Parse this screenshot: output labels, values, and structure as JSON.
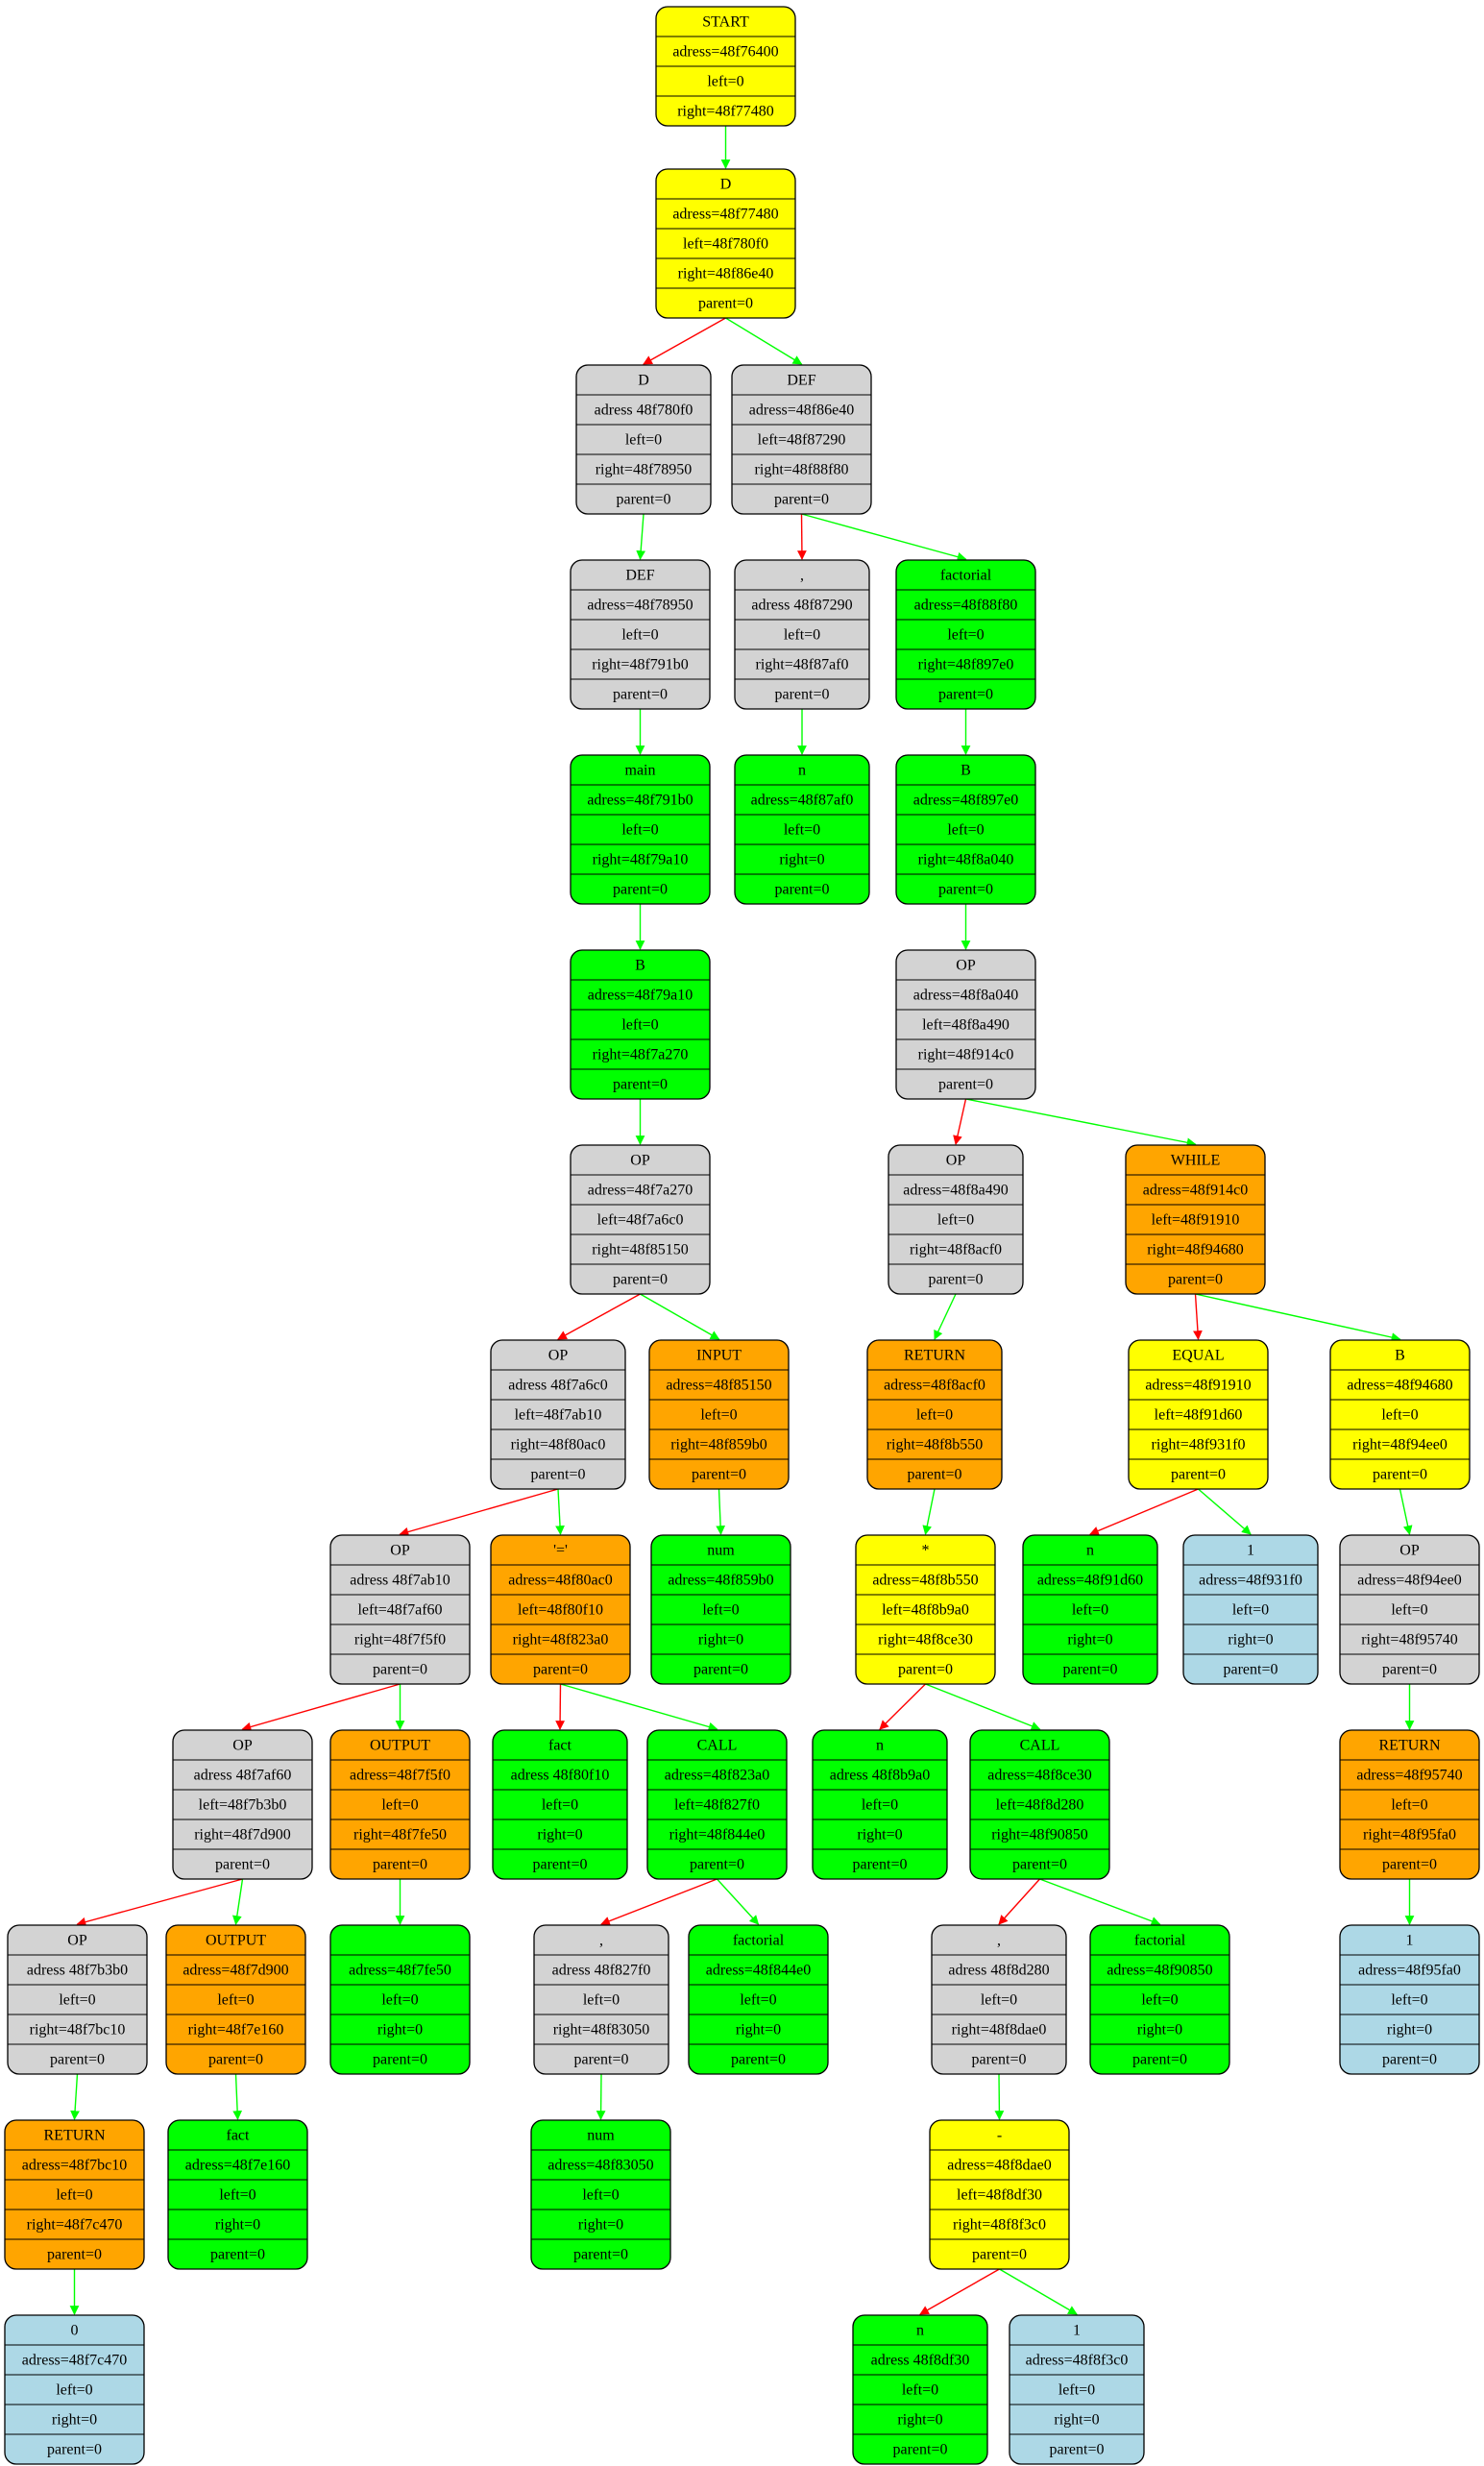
{
  "colors": {
    "yellow": "#ffff00",
    "gray": "#d3d3d3",
    "green": "#00ff00",
    "orange": "#ffa500",
    "blue": "#add8e6",
    "edge_left": "#ff0000",
    "edge_right": "#00ff00"
  },
  "nodes": [
    {
      "id": "n1",
      "color": "yellow",
      "lines": [
        "START",
        "adress=48f76400",
        "left=0",
        "right=48f77480"
      ]
    },
    {
      "id": "n2",
      "color": "yellow",
      "lines": [
        "D",
        "adress=48f77480",
        "left=48f780f0",
        "right=48f86e40",
        "parent=0"
      ]
    },
    {
      "id": "n3",
      "color": "gray",
      "lines": [
        "D",
        "adress 48f780f0",
        "left=0",
        "right=48f78950",
        "parent=0"
      ]
    },
    {
      "id": "n4",
      "color": "gray",
      "lines": [
        "DEF",
        "adress=48f86e40",
        "left=48f87290",
        "right=48f88f80",
        "parent=0"
      ]
    },
    {
      "id": "n5",
      "color": "gray",
      "lines": [
        "DEF",
        "adress=48f78950",
        "left=0",
        "right=48f791b0",
        "parent=0"
      ]
    },
    {
      "id": "n6",
      "color": "gray",
      "lines": [
        ",",
        "adress 48f87290",
        "left=0",
        "right=48f87af0",
        "parent=0"
      ]
    },
    {
      "id": "n7",
      "color": "green",
      "lines": [
        "factorial",
        "adress=48f88f80",
        "left=0",
        "right=48f897e0",
        "parent=0"
      ]
    },
    {
      "id": "n8",
      "color": "green",
      "lines": [
        "main",
        "adress=48f791b0",
        "left=0",
        "right=48f79a10",
        "parent=0"
      ]
    },
    {
      "id": "n9",
      "color": "green",
      "lines": [
        "n",
        "adress=48f87af0",
        "left=0",
        "right=0",
        "parent=0"
      ]
    },
    {
      "id": "n10",
      "color": "green",
      "lines": [
        "B",
        "adress=48f897e0",
        "left=0",
        "right=48f8a040",
        "parent=0"
      ]
    },
    {
      "id": "n11",
      "color": "green",
      "lines": [
        "B",
        "adress=48f79a10",
        "left=0",
        "right=48f7a270",
        "parent=0"
      ]
    },
    {
      "id": "n12",
      "color": "gray",
      "lines": [
        "OP",
        "adress=48f8a040",
        "left=48f8a490",
        "right=48f914c0",
        "parent=0"
      ]
    },
    {
      "id": "n13",
      "color": "gray",
      "lines": [
        "OP",
        "adress=48f7a270",
        "left=48f7a6c0",
        "right=48f85150",
        "parent=0"
      ]
    },
    {
      "id": "n14",
      "color": "gray",
      "lines": [
        "OP",
        "adress=48f8a490",
        "left=0",
        "right=48f8acf0",
        "parent=0"
      ]
    },
    {
      "id": "n15",
      "color": "orange",
      "lines": [
        "WHILE",
        "adress=48f914c0",
        "left=48f91910",
        "right=48f94680",
        "parent=0"
      ]
    },
    {
      "id": "n16",
      "color": "gray",
      "lines": [
        "OP",
        "adress 48f7a6c0",
        "left=48f7ab10",
        "right=48f80ac0",
        "parent=0"
      ]
    },
    {
      "id": "n17",
      "color": "orange",
      "lines": [
        "INPUT",
        "adress=48f85150",
        "left=0",
        "right=48f859b0",
        "parent=0"
      ]
    },
    {
      "id": "n18",
      "color": "orange",
      "lines": [
        "RETURN",
        "adress=48f8acf0",
        "left=0",
        "right=48f8b550",
        "parent=0"
      ]
    },
    {
      "id": "n19",
      "color": "yellow",
      "lines": [
        "EQUAL",
        "adress=48f91910",
        "left=48f91d60",
        "right=48f931f0",
        "parent=0"
      ]
    },
    {
      "id": "n20",
      "color": "yellow",
      "lines": [
        "B",
        "adress=48f94680",
        "left=0",
        "right=48f94ee0",
        "parent=0"
      ]
    },
    {
      "id": "n21",
      "color": "gray",
      "lines": [
        "OP",
        "adress 48f7ab10",
        "left=48f7af60",
        "right=48f7f5f0",
        "parent=0"
      ]
    },
    {
      "id": "n22",
      "color": "orange",
      "lines": [
        "'='",
        "adress=48f80ac0",
        "left=48f80f10",
        "right=48f823a0",
        "parent=0"
      ]
    },
    {
      "id": "n23",
      "color": "green",
      "lines": [
        "num",
        "adress=48f859b0",
        "left=0",
        "right=0",
        "parent=0"
      ]
    },
    {
      "id": "n24",
      "color": "yellow",
      "lines": [
        "*",
        "adress=48f8b550",
        "left=48f8b9a0",
        "right=48f8ce30",
        "parent=0"
      ]
    },
    {
      "id": "n25",
      "color": "green",
      "lines": [
        "n",
        "adress=48f91d60",
        "left=0",
        "right=0",
        "parent=0"
      ]
    },
    {
      "id": "n26",
      "color": "blue",
      "lines": [
        "1",
        "adress=48f931f0",
        "left=0",
        "right=0",
        "parent=0"
      ]
    },
    {
      "id": "n27",
      "color": "gray",
      "lines": [
        "OP",
        "adress=48f94ee0",
        "left=0",
        "right=48f95740",
        "parent=0"
      ]
    },
    {
      "id": "n28",
      "color": "gray",
      "lines": [
        "OP",
        "adress 48f7af60",
        "left=48f7b3b0",
        "right=48f7d900",
        "parent=0"
      ]
    },
    {
      "id": "n29",
      "color": "orange",
      "lines": [
        "OUTPUT",
        "adress=48f7f5f0",
        "left=0",
        "right=48f7fe50",
        "parent=0"
      ]
    },
    {
      "id": "n30",
      "color": "green",
      "lines": [
        "fact",
        "adress 48f80f10",
        "left=0",
        "right=0",
        "parent=0"
      ]
    },
    {
      "id": "n31",
      "color": "green",
      "lines": [
        "CALL",
        "adress=48f823a0",
        "left=48f827f0",
        "right=48f844e0",
        "parent=0"
      ]
    },
    {
      "id": "n32",
      "color": "green",
      "lines": [
        "n",
        "adress 48f8b9a0",
        "left=0",
        "right=0",
        "parent=0"
      ]
    },
    {
      "id": "n33",
      "color": "green",
      "lines": [
        "CALL",
        "adress=48f8ce30",
        "left=48f8d280",
        "right=48f90850",
        "parent=0"
      ]
    },
    {
      "id": "n34",
      "color": "orange",
      "lines": [
        "RETURN",
        "adress=48f95740",
        "left=0",
        "right=48f95fa0",
        "parent=0"
      ]
    },
    {
      "id": "n35",
      "color": "gray",
      "lines": [
        "OP",
        "adress 48f7b3b0",
        "left=0",
        "right=48f7bc10",
        "parent=0"
      ]
    },
    {
      "id": "n36",
      "color": "orange",
      "lines": [
        "OUTPUT",
        "adress=48f7d900",
        "left=0",
        "right=48f7e160",
        "parent=0"
      ]
    },
    {
      "id": "n37",
      "color": "green",
      "lines": [
        "",
        "adress=48f7fe50",
        "left=0",
        "right=0",
        "parent=0"
      ]
    },
    {
      "id": "n38",
      "color": "gray",
      "lines": [
        ",",
        "adress 48f827f0",
        "left=0",
        "right=48f83050",
        "parent=0"
      ]
    },
    {
      "id": "n39",
      "color": "green",
      "lines": [
        "factorial",
        "adress=48f844e0",
        "left=0",
        "right=0",
        "parent=0"
      ]
    },
    {
      "id": "n40",
      "color": "gray",
      "lines": [
        ",",
        "adress 48f8d280",
        "left=0",
        "right=48f8dae0",
        "parent=0"
      ]
    },
    {
      "id": "n41",
      "color": "green",
      "lines": [
        "factorial",
        "adress=48f90850",
        "left=0",
        "right=0",
        "parent=0"
      ]
    },
    {
      "id": "n42",
      "color": "blue",
      "lines": [
        "1",
        "adress=48f95fa0",
        "left=0",
        "right=0",
        "parent=0"
      ]
    },
    {
      "id": "n43",
      "color": "orange",
      "lines": [
        "RETURN",
        "adress=48f7bc10",
        "left=0",
        "right=48f7c470",
        "parent=0"
      ]
    },
    {
      "id": "n44",
      "color": "green",
      "lines": [
        "fact",
        "adress=48f7e160",
        "left=0",
        "right=0",
        "parent=0"
      ]
    },
    {
      "id": "n45",
      "color": "green",
      "lines": [
        "num",
        "adress=48f83050",
        "left=0",
        "right=0",
        "parent=0"
      ]
    },
    {
      "id": "n46",
      "color": "yellow",
      "lines": [
        "-",
        "adress=48f8dae0",
        "left=48f8df30",
        "right=48f8f3c0",
        "parent=0"
      ]
    },
    {
      "id": "n47",
      "color": "blue",
      "lines": [
        "0",
        "adress=48f7c470",
        "left=0",
        "right=0",
        "parent=0"
      ]
    },
    {
      "id": "n48",
      "color": "green",
      "lines": [
        "n",
        "adress 48f8df30",
        "left=0",
        "right=0",
        "parent=0"
      ]
    },
    {
      "id": "n49",
      "color": "blue",
      "lines": [
        "1",
        "adress=48f8f3c0",
        "left=0",
        "right=0",
        "parent=0"
      ]
    }
  ],
  "edges": [
    {
      "from": "n1",
      "to": "n2",
      "color": "edge_right"
    },
    {
      "from": "n2",
      "to": "n3",
      "color": "edge_left"
    },
    {
      "from": "n2",
      "to": "n4",
      "color": "edge_right"
    },
    {
      "from": "n3",
      "to": "n5",
      "color": "edge_right"
    },
    {
      "from": "n4",
      "to": "n6",
      "color": "edge_left"
    },
    {
      "from": "n4",
      "to": "n7",
      "color": "edge_right"
    },
    {
      "from": "n5",
      "to": "n8",
      "color": "edge_right"
    },
    {
      "from": "n6",
      "to": "n9",
      "color": "edge_right"
    },
    {
      "from": "n7",
      "to": "n10",
      "color": "edge_right"
    },
    {
      "from": "n8",
      "to": "n11",
      "color": "edge_right"
    },
    {
      "from": "n10",
      "to": "n12",
      "color": "edge_right"
    },
    {
      "from": "n11",
      "to": "n13",
      "color": "edge_right"
    },
    {
      "from": "n12",
      "to": "n14",
      "color": "edge_left"
    },
    {
      "from": "n12",
      "to": "n15",
      "color": "edge_right"
    },
    {
      "from": "n13",
      "to": "n16",
      "color": "edge_left"
    },
    {
      "from": "n13",
      "to": "n17",
      "color": "edge_right"
    },
    {
      "from": "n14",
      "to": "n18",
      "color": "edge_right"
    },
    {
      "from": "n15",
      "to": "n19",
      "color": "edge_left"
    },
    {
      "from": "n15",
      "to": "n20",
      "color": "edge_right"
    },
    {
      "from": "n16",
      "to": "n21",
      "color": "edge_left"
    },
    {
      "from": "n16",
      "to": "n22",
      "color": "edge_right"
    },
    {
      "from": "n17",
      "to": "n23",
      "color": "edge_right"
    },
    {
      "from": "n18",
      "to": "n24",
      "color": "edge_right"
    },
    {
      "from": "n19",
      "to": "n25",
      "color": "edge_left"
    },
    {
      "from": "n19",
      "to": "n26",
      "color": "edge_right"
    },
    {
      "from": "n20",
      "to": "n27",
      "color": "edge_right"
    },
    {
      "from": "n21",
      "to": "n28",
      "color": "edge_left"
    },
    {
      "from": "n21",
      "to": "n29",
      "color": "edge_right"
    },
    {
      "from": "n22",
      "to": "n30",
      "color": "edge_left"
    },
    {
      "from": "n22",
      "to": "n31",
      "color": "edge_right"
    },
    {
      "from": "n24",
      "to": "n32",
      "color": "edge_left"
    },
    {
      "from": "n24",
      "to": "n33",
      "color": "edge_right"
    },
    {
      "from": "n27",
      "to": "n34",
      "color": "edge_right"
    },
    {
      "from": "n28",
      "to": "n35",
      "color": "edge_left"
    },
    {
      "from": "n28",
      "to": "n36",
      "color": "edge_right"
    },
    {
      "from": "n29",
      "to": "n37",
      "color": "edge_right"
    },
    {
      "from": "n31",
      "to": "n38",
      "color": "edge_left"
    },
    {
      "from": "n31",
      "to": "n39",
      "color": "edge_right"
    },
    {
      "from": "n33",
      "to": "n40",
      "color": "edge_left"
    },
    {
      "from": "n33",
      "to": "n41",
      "color": "edge_right"
    },
    {
      "from": "n34",
      "to": "n42",
      "color": "edge_right"
    },
    {
      "from": "n35",
      "to": "n43",
      "color": "edge_right"
    },
    {
      "from": "n36",
      "to": "n44",
      "color": "edge_right"
    },
    {
      "from": "n38",
      "to": "n45",
      "color": "edge_right"
    },
    {
      "from": "n40",
      "to": "n46",
      "color": "edge_right"
    },
    {
      "from": "n43",
      "to": "n47",
      "color": "edge_right"
    },
    {
      "from": "n46",
      "to": "n48",
      "color": "edge_left"
    },
    {
      "from": "n46",
      "to": "n49",
      "color": "edge_right"
    }
  ]
}
